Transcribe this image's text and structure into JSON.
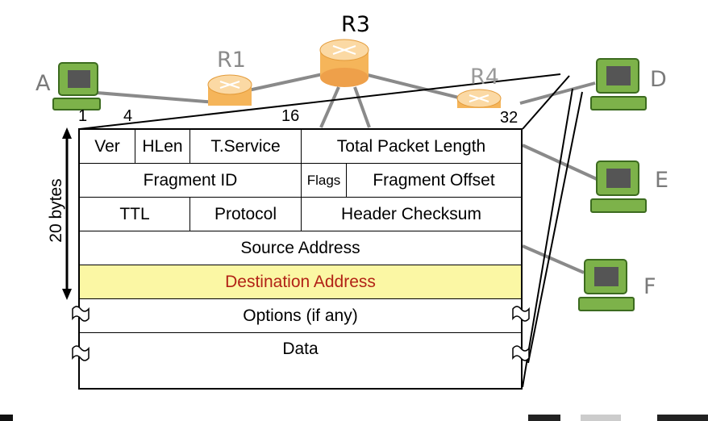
{
  "nodes": {
    "hosts": [
      "A",
      "D",
      "E",
      "F"
    ],
    "routers": [
      "R1",
      "R3",
      "R4"
    ]
  },
  "bit_positions": [
    "1",
    "4",
    "16",
    "32"
  ],
  "size_label": "20 bytes",
  "header": {
    "row1": [
      "Ver",
      "HLen",
      "T.Service",
      "Total Packet Length"
    ],
    "row2": [
      "Fragment ID",
      "Flags",
      "Fragment Offset"
    ],
    "row3": [
      "TTL",
      "Protocol",
      "Header Checksum"
    ],
    "row4": "Source Address",
    "row5": "Destination Address",
    "row6": "Options (if any)",
    "row7": "Data"
  },
  "colors": {
    "highlight": "#fbf7a4",
    "highlight_text": "#b22216",
    "router": "#f5b55a",
    "monitor": "#7db24a"
  }
}
